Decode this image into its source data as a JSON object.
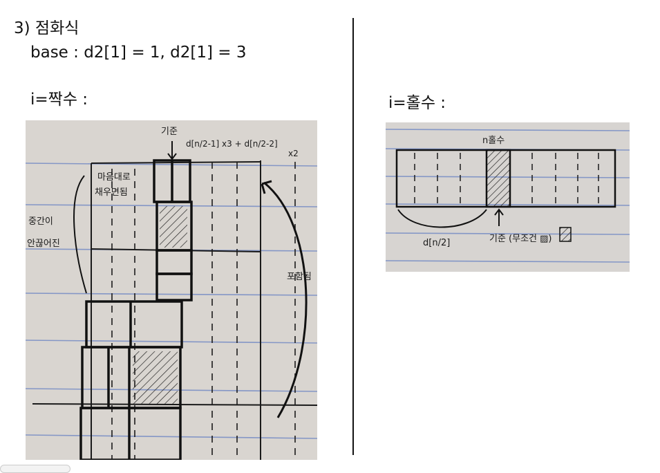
{
  "heading": "3) 점화식",
  "base_line": "base : d2[1] = 1, d2[1] = 3",
  "even_label": "i=짝수 :",
  "odd_label": "i=홀수 :",
  "sketch_left": {
    "annotations": [
      "기준",
      "d[n/2-1] x3 + d[n/2-2] x2",
      "마음대로 채우면됨",
      "중간이 안끊어진",
      "포함됨"
    ]
  },
  "sketch_right": {
    "annotations": [
      "n홀수",
      "d[n/2]",
      "기준 (무조건 ▨)"
    ]
  }
}
